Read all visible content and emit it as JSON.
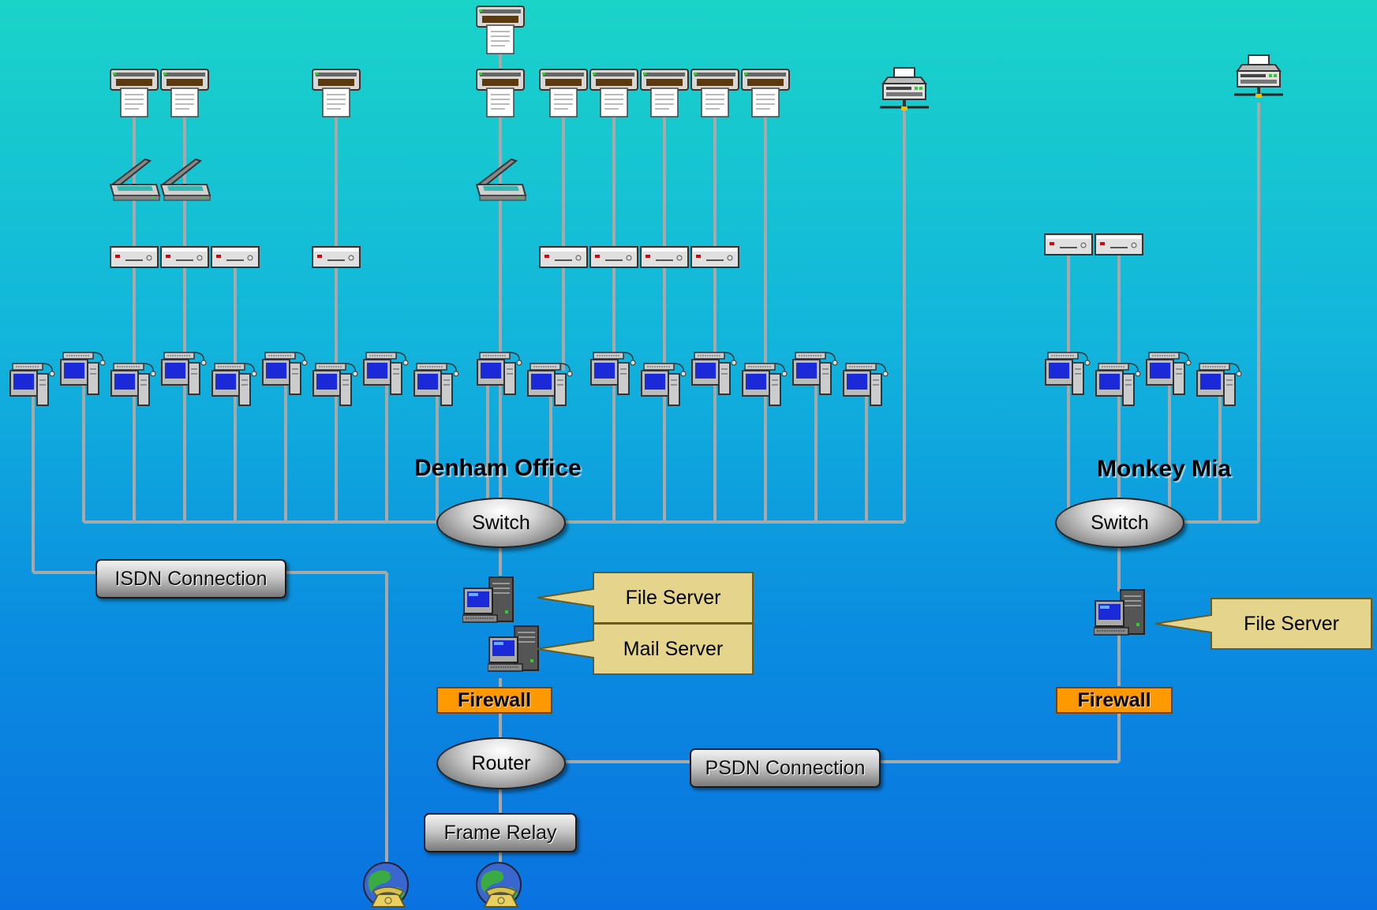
{
  "sites": {
    "denham": {
      "title": "Denham Office",
      "switch_label": "Switch",
      "file_server_label": "File Server",
      "mail_server_label": "Mail Server",
      "firewall_label": "Firewall",
      "router_label": "Router",
      "frame_relay_label": "Frame Relay",
      "isdn_label": "ISDN Connection"
    },
    "monkey_mia": {
      "title": "Monkey Mia",
      "switch_label": "Switch",
      "file_server_label": "File Server",
      "firewall_label": "Firewall"
    }
  },
  "links": {
    "psdn_label": "PSDN Connection"
  },
  "colors": {
    "wire": "#a8a8a8",
    "callout_fill": "#e4d48c",
    "firewall_fill": "#ff9900",
    "background_top": "#1ad4c8",
    "background_bottom": "#0a72e0"
  },
  "icons": [
    "inkjet-printer-icon",
    "laser-printer-icon",
    "scanner-icon",
    "server-unit-icon",
    "workstation-icon",
    "file-server-icon",
    "globe-telephone-icon"
  ]
}
